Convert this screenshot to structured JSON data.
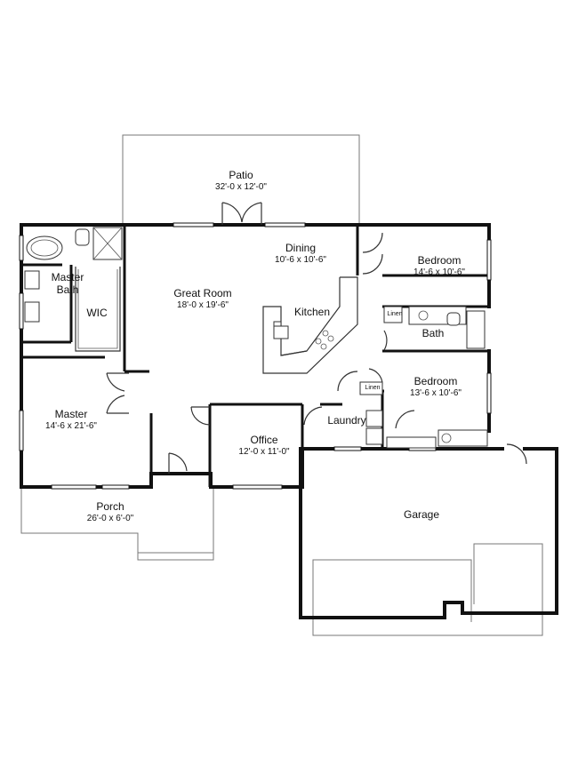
{
  "rooms": {
    "patio": {
      "name": "Patio",
      "dim": "32'-0 x 12'-0\""
    },
    "dining": {
      "name": "Dining",
      "dim": "10'-6 x 10'-6\""
    },
    "bedroom1": {
      "name": "Bedroom",
      "dim": "14'-6 x 10'-6\""
    },
    "master_bath": {
      "name": "Master\nBath"
    },
    "great_room": {
      "name": "Great Room",
      "dim": "18'-0 x 19'-6\""
    },
    "wic": {
      "name": "WIC"
    },
    "kitchen": {
      "name": "Kitchen"
    },
    "linen1": {
      "name": "Linen"
    },
    "bath": {
      "name": "Bath"
    },
    "bedroom2": {
      "name": "Bedroom",
      "dim": "13'-6 x 10'-6\""
    },
    "linen2": {
      "name": "Linen"
    },
    "master": {
      "name": "Master",
      "dim": "14'-6 x 21'-6\""
    },
    "laundry": {
      "name": "Laundry"
    },
    "office": {
      "name": "Office",
      "dim": "12'-0 x 11'-0\""
    },
    "porch": {
      "name": "Porch",
      "dim": "26'-0 x 6'-0\""
    },
    "garage": {
      "name": "Garage"
    }
  }
}
